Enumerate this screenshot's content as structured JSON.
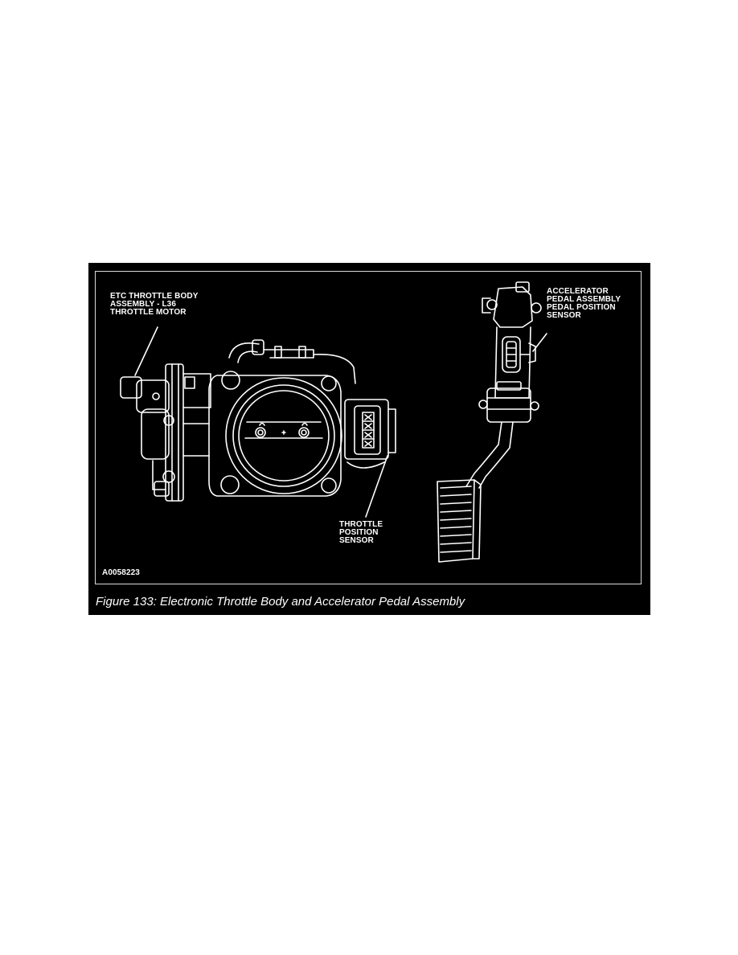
{
  "figure": {
    "labels": {
      "throttle_motor": "ETC THROTTLE BODY\nASSEMBLY - L36\nTHROTTLE MOTOR",
      "pedal_sensor": "ACCELERATOR\nPEDAL ASSEMBLY\nPEDAL POSITION\nSENSOR",
      "throttle_sensor": "THROTTLE\nPOSITION\nSENSOR",
      "figure_id": "A0058223"
    },
    "caption": "Figure 133: Electronic Throttle Body and Accelerator Pedal Assembly",
    "colors": {
      "background": "#000000",
      "linework": "#ffffff"
    }
  }
}
